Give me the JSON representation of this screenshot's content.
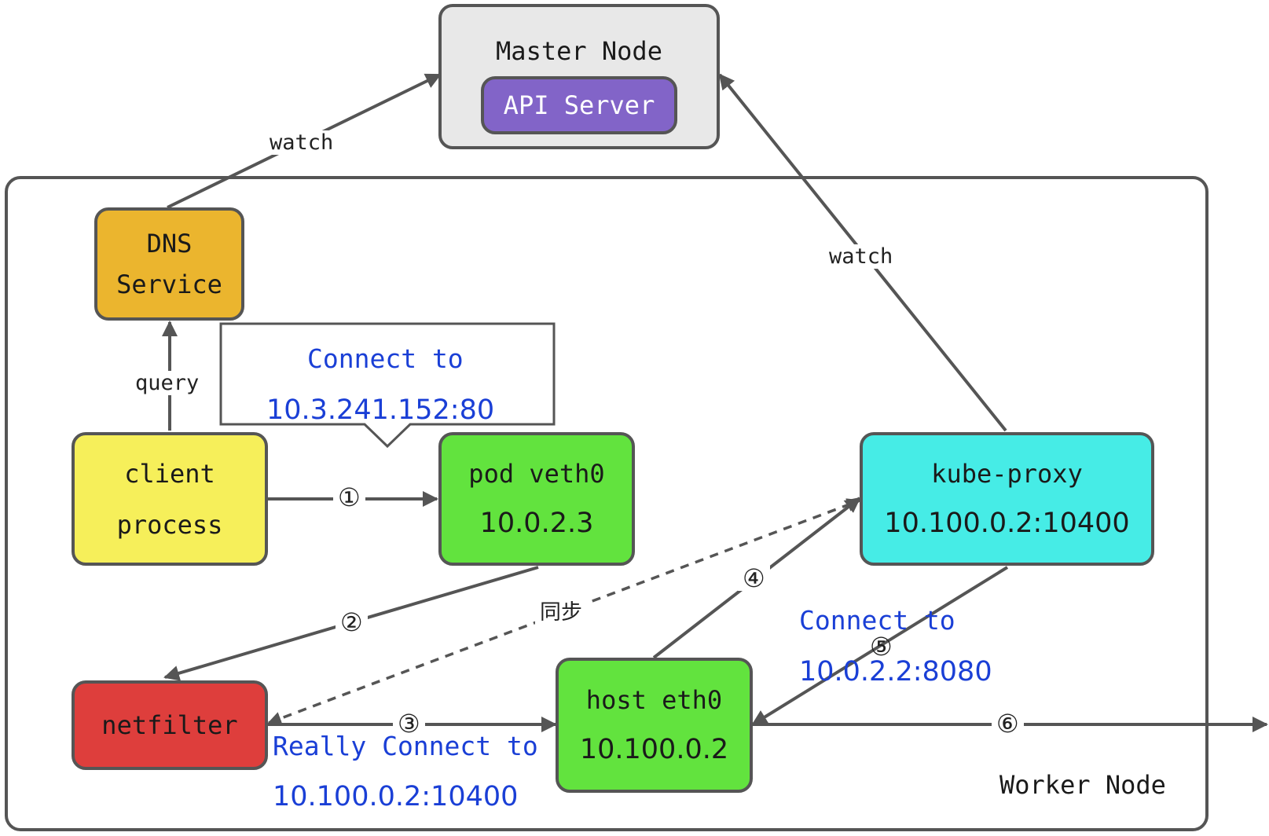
{
  "master": {
    "title": "Master Node",
    "api_server": "API Server"
  },
  "worker": {
    "title": "Worker Node"
  },
  "nodes": {
    "dns": {
      "line1": "DNS",
      "line2": "Service"
    },
    "client": {
      "line1": "client",
      "line2": "process"
    },
    "pod": {
      "line1": "pod veth0",
      "line2": "10.0.2.3"
    },
    "kube_proxy": {
      "line1": "kube-proxy",
      "line2": "10.100.0.2:10400"
    },
    "netfilter": {
      "line1": "netfilter"
    },
    "host": {
      "line1": "host eth0",
      "line2": "10.100.0.2"
    }
  },
  "edges": {
    "watch_dns": "watch",
    "watch_proxy": "watch",
    "query": "query",
    "sync": "同步"
  },
  "steps": {
    "s1": "①",
    "s2": "②",
    "s3": "③",
    "s4": "④",
    "s5": "⑤",
    "s6": "⑥"
  },
  "callouts": {
    "connect_vip": {
      "line1": "Connect to",
      "line2": "10.3.241.152:80"
    },
    "connect_pod": {
      "line1": "Connect to",
      "line2": "10.0.2.2:8080"
    },
    "really_connect": {
      "line1": "Really Connect to",
      "line2": "10.100.0.2:10400"
    }
  },
  "colors": {
    "master_bg": "#e8e8e8",
    "api_server": "#8264c8",
    "dns": "#ebb52e",
    "client": "#f6ef5a",
    "pod": "#62e33e",
    "kube_proxy": "#46ece6",
    "netfilter": "#de3e3c",
    "host": "#62e33e",
    "link_text": "#1a3fd6",
    "border": "#555555"
  }
}
